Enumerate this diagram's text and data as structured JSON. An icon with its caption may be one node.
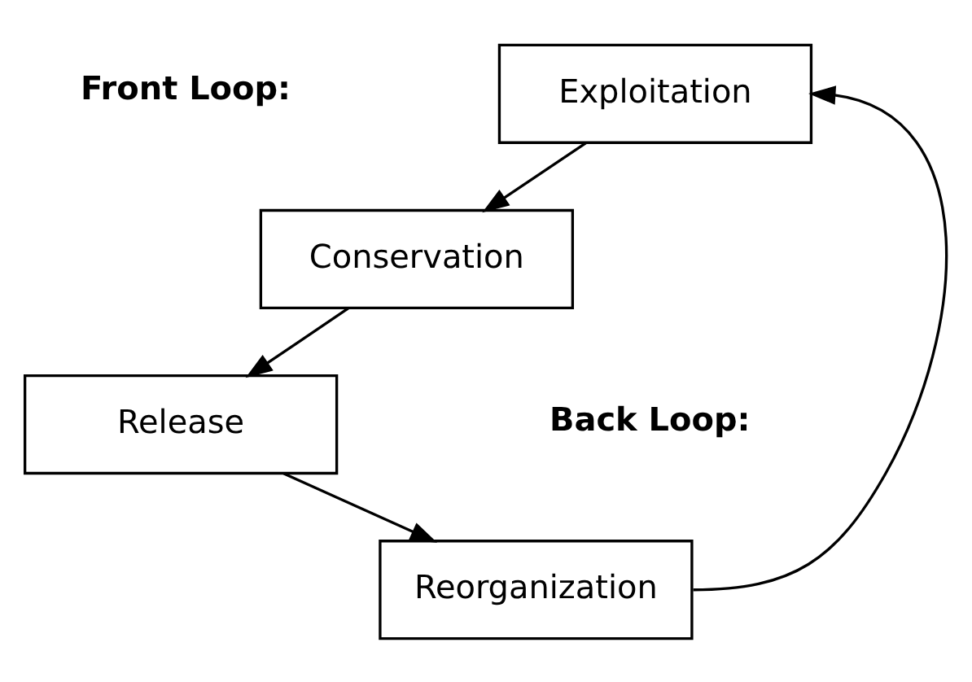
{
  "diagram": {
    "nodes": [
      {
        "text": [
          "Exploitation"
        ]
      },
      {
        "text": [
          "Conservation"
        ]
      },
      {
        "text": [
          "Release"
        ]
      },
      {
        "text": [
          "Reorganization"
        ]
      }
    ],
    "edges": [
      {
        "from": 0,
        "to": 1,
        "arrow": "to"
      },
      {
        "from": 1,
        "to": 2,
        "arrow": "to"
      },
      {
        "from": 2,
        "to": 3,
        "arrow": "to"
      },
      {
        "from": 3,
        "to": 0,
        "arrow": "to"
      }
    ],
    "labels": [
      "Front Loop:",
      "Back Loop:"
    ]
  }
}
